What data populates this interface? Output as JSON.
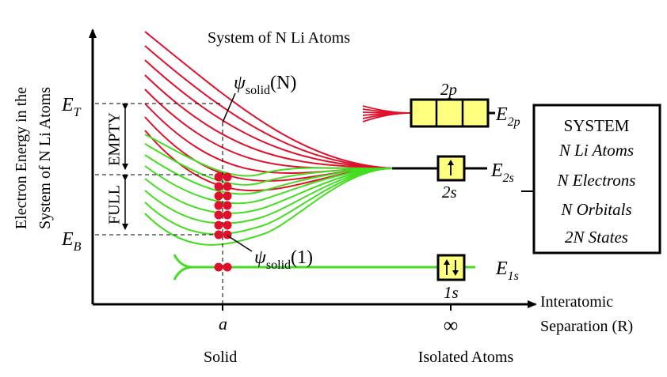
{
  "title": "System of N Li Atoms",
  "y_axis_label_line1": "Electron Energy in the",
  "y_axis_label_line2": "System of N Li Atoms",
  "x_axis_label_line1": "Interatomic",
  "x_axis_label_line2": "Separation (R)",
  "x_tick_solid_symbol": "a",
  "x_tick_solid_label": "Solid",
  "x_tick_isolated_symbol": "∞",
  "x_tick_isolated_label": "Isolated Atoms",
  "energy_top_label": "E",
  "energy_top_sub": "T",
  "energy_bottom_label": "E",
  "energy_bottom_sub": "B",
  "band_empty_label": "EMPTY",
  "band_full_label": "FULL",
  "psi_top_symbol": "ψ",
  "psi_top_sub": "solid",
  "psi_top_arg": "(N)",
  "psi_bottom_symbol": "ψ",
  "psi_bottom_sub": "solid",
  "psi_bottom_arg": "(1)",
  "level_2p_name": "2p",
  "level_2p_energy": "E",
  "level_2p_sub": "2p",
  "level_2s_name": "2s",
  "level_2s_energy": "E",
  "level_2s_sub": "2s",
  "level_1s_name": "1s",
  "level_1s_energy": "E",
  "level_1s_sub": "1s",
  "system_box": {
    "title": "SYSTEM",
    "lines": [
      "N Li Atoms",
      "N Electrons",
      "N Orbitals",
      "2N States"
    ]
  },
  "colors": {
    "empty_band": "#e0102a",
    "full_band": "#44dd22",
    "electron": "#e0102a",
    "orbital_box": "#ffff80",
    "axis": "#000000"
  },
  "icons": [
    "arrow-up-icon",
    "arrow-up-down-icon"
  ]
}
